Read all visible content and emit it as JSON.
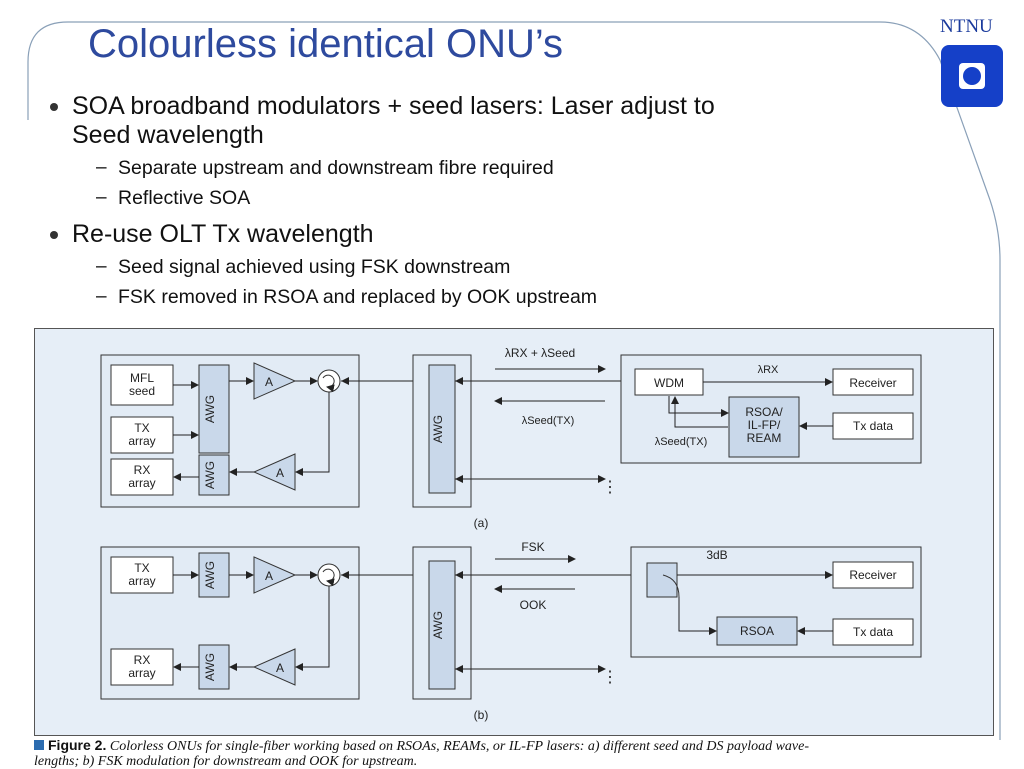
{
  "title": "Colourless identical ONU’s",
  "logo": {
    "text": "NTNU"
  },
  "bullets": [
    {
      "text": "SOA broadband modulators + seed lasers: Laser adjust to",
      "text2": "Seed wavelength",
      "subs": [
        "Separate upstream and downstream fibre required",
        "Reflective SOA"
      ]
    },
    {
      "text": "Re-use OLT Tx wavelength",
      "subs": [
        "Seed signal achieved using FSK downstream",
        "FSK removed in RSOA and replaced by OOK upstream"
      ]
    }
  ],
  "diagram_a": {
    "mfl_seed": [
      "MFL",
      "seed"
    ],
    "tx_array": [
      "TX",
      "array"
    ],
    "rx_array": [
      "RX",
      "array"
    ],
    "awg": "AWG",
    "amp": "A",
    "lambda_rx_seed": "λRX + λSeed",
    "lambda_seed_tx": "λSeed(TX)",
    "wdm": "WDM",
    "lambda_rx": "λRX",
    "receiver": "Receiver",
    "rsoa_ilfp_ream": [
      "RSOA/",
      "IL-FP/",
      "REAM"
    ],
    "tx_data": "Tx data",
    "label": "(a)"
  },
  "diagram_b": {
    "tx_array": [
      "TX",
      "array"
    ],
    "rx_array": [
      "RX",
      "array"
    ],
    "awg": "AWG",
    "amp": "A",
    "fsk": "FSK",
    "ook": "OOK",
    "coupler": "3dB",
    "receiver": "Receiver",
    "rsoa": "RSOA",
    "tx_data": "Tx data",
    "label": "(b)"
  },
  "caption": {
    "label": "Figure 2.",
    "line1": "Colorless ONUs for single-fiber working based on RSOAs, REAMs, or IL-FP lasers: a) different seed and DS payload wave-",
    "line2": "lengths; b) FSK modulation for downstream and OOK for upstream."
  },
  "colors": {
    "title": "#2e4a9e",
    "logo": "#1540c8",
    "figure_bg": "#e6eef7",
    "box_fill": "#c9d8ea"
  }
}
